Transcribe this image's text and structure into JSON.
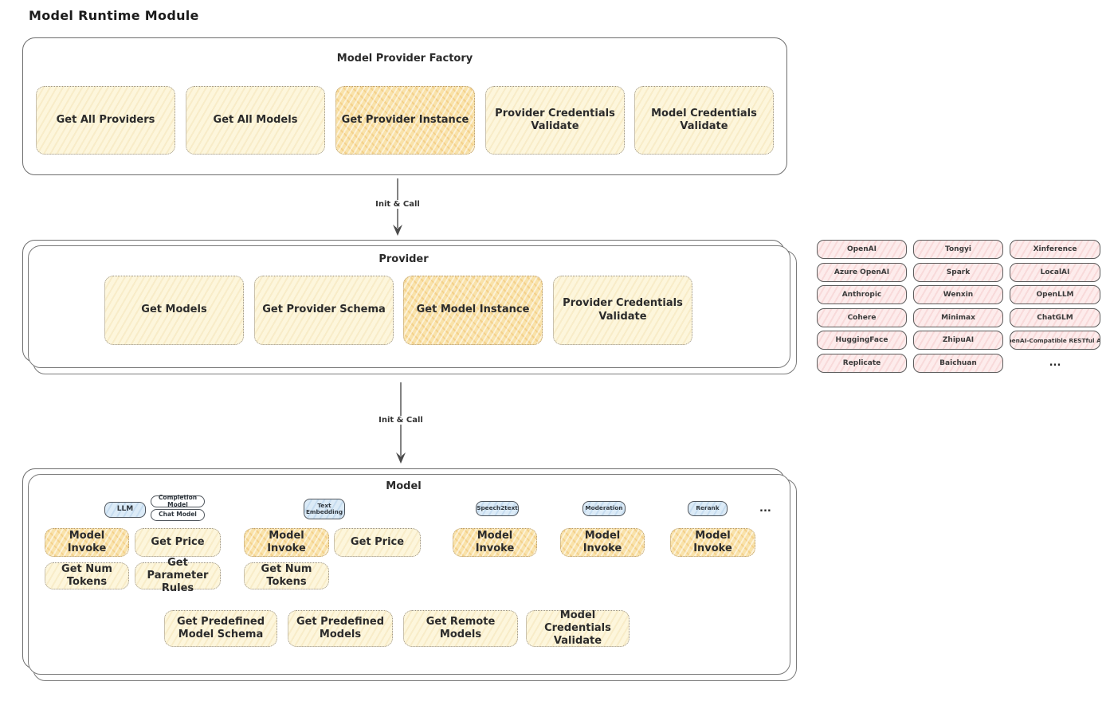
{
  "title": "Model Runtime Module",
  "factory": {
    "title": "Model Provider Factory",
    "items": [
      "Get All Providers",
      "Get All Models",
      "Get Provider Instance",
      "Provider Credentials Validate",
      "Model Credentials Validate"
    ]
  },
  "arrow1": {
    "label": "Init & Call"
  },
  "arrow2": {
    "label": "Init & Call"
  },
  "provider": {
    "title": "Provider",
    "items": [
      "Get Models",
      "Get Provider Schema",
      "Get Model Instance",
      "Provider Credentials Validate"
    ]
  },
  "providers": {
    "rows": [
      [
        "OpenAI",
        "Tongyi",
        "Xinference"
      ],
      [
        "Azure OpenAI",
        "Spark",
        "LocalAI"
      ],
      [
        "Anthropic",
        "Wenxin",
        "OpenLLM"
      ],
      [
        "Cohere",
        "Minimax",
        "ChatGLM"
      ],
      [
        "HuggingFace",
        "ZhipuAI",
        "OpenAI-Compatible RESTful API"
      ],
      [
        "Replicate",
        "Baichuan",
        "..."
      ]
    ]
  },
  "model": {
    "title": "Model",
    "tags": {
      "llm": "LLM",
      "completion": "Completion Model",
      "chat": "Chat Model",
      "text_embedding": "Text Embedding",
      "speech2text": "Speech2text",
      "moderation": "Moderation",
      "rerank": "Rerank",
      "more": "..."
    },
    "ops": {
      "model_invoke": "Model Invoke",
      "get_price": "Get Price",
      "get_num_tokens": "Get Num Tokens",
      "get_parameter_rules": "Get Parameter Rules"
    },
    "bottom": [
      "Get Predefined Model Schema",
      "Get Predefined Models",
      "Get Remote Models",
      "Model Credentials Validate"
    ]
  },
  "colors": {
    "highlight_orange": "#f9e2a9",
    "soft_yellow": "#fdf6dc",
    "provider_pink": "#fdecec",
    "tag_blue": "#dcebf7",
    "stroke": "#6d6d6d"
  }
}
